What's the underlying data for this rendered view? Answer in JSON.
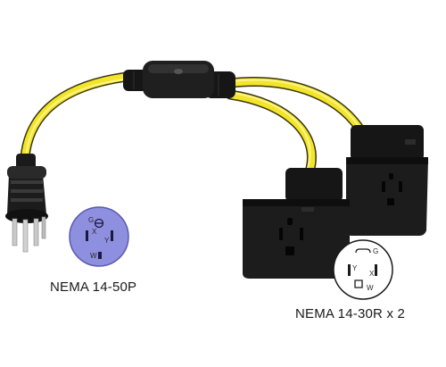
{
  "image": {
    "subject": "Y-splitter adapter cable",
    "cable_color": "#f3e52a",
    "body_color": "#1c1c1c",
    "plug_face_color": "#8f8fe0",
    "receptacle_face_color": "#ffffff"
  },
  "labels": {
    "plug": "NEMA 14-50P",
    "receptacle": "NEMA 14-30R x 2"
  },
  "plug_face_letters": {
    "g": "G",
    "x": "X",
    "y": "Y",
    "w": "W"
  },
  "receptacle_face_letters": {
    "g": "G",
    "x": "X",
    "y": "Y",
    "w": "W"
  }
}
